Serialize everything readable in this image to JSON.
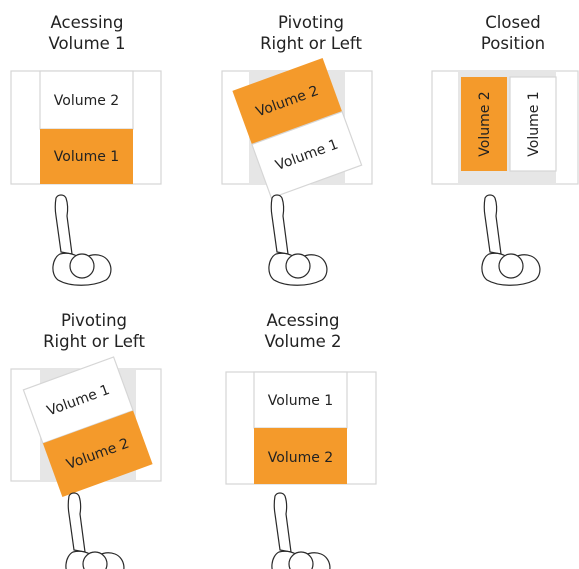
{
  "colors": {
    "accent_orange": "#F49A2B",
    "frame_gray": "#D6D6D6",
    "well_gray": "#E6E6E6",
    "text": "#222222"
  },
  "panels": [
    {
      "id": "accessing-volume-1",
      "title_line1": "Acessing",
      "title_line2": "Volume 1",
      "top_label": "Volume 2",
      "bottom_label": "Volume 1"
    },
    {
      "id": "pivoting-1",
      "title_line1": "Pivoting",
      "title_line2": "Right or Left",
      "top_label": "Volume 2",
      "bottom_label": "Volume 1"
    },
    {
      "id": "closed-position",
      "title_line1": "Closed",
      "title_line2": "Position",
      "left_label": "Volume 2",
      "right_label": "Volume 1"
    },
    {
      "id": "pivoting-2",
      "title_line1": "Pivoting",
      "title_line2": "Right or Left",
      "top_label": "Volume 1",
      "bottom_label": "Volume 2"
    },
    {
      "id": "accessing-volume-2",
      "title_line1": "Acessing",
      "title_line2": "Volume 2",
      "top_label": "Volume 1",
      "bottom_label": "Volume 2"
    }
  ],
  "icons": {
    "person": "person-top-view-reaching-icon"
  }
}
